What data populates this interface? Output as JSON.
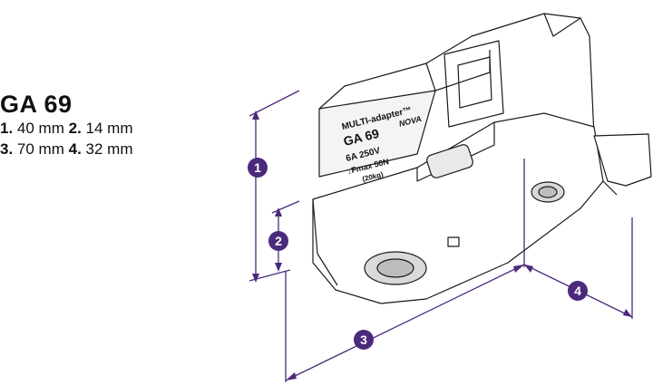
{
  "title": "GA 69",
  "dimensions": [
    {
      "num": "1.",
      "value": "40 mm"
    },
    {
      "num": "2.",
      "value": "14 mm"
    },
    {
      "num": "3.",
      "value": "70 mm"
    },
    {
      "num": "4.",
      "value": "32 mm"
    }
  ],
  "dimension_markers": [
    "1",
    "2",
    "3",
    "4"
  ],
  "product_label": {
    "line1": "MULTI-adapter™",
    "line2": "GA  69",
    "line3": "6A  250V",
    "line4": "↓Fmax  50N",
    "line5": "(20kg)"
  },
  "brand": "NOVA",
  "colors": {
    "accent": "#4b2a7b",
    "outline": "#1a1a1a"
  }
}
